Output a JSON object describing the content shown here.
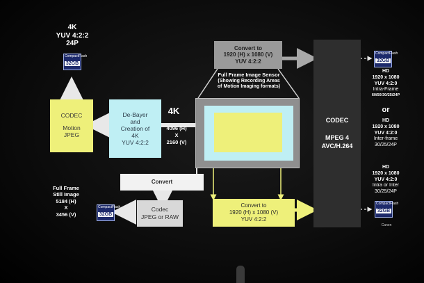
{
  "top_left_format": {
    "line1": "4K",
    "line2": "YUV  4:2:2",
    "line3": "24P"
  },
  "cards": {
    "brand": "CompactFlash",
    "size": "32GB"
  },
  "codec_motion": {
    "title": "CODEC",
    "line1": "Motion",
    "line2": "JPEG"
  },
  "debayer": {
    "line1": "De-Bayer",
    "line2": "and",
    "line3": "Creation of",
    "line4": "4K",
    "line5": "YUV  4:2:2"
  },
  "fourk": {
    "title": "4K",
    "line1": "4096 (H)",
    "line2": "X",
    "line3": "2160 (V)"
  },
  "convert_top": {
    "line1": "Convert to",
    "line2": "1920 (H) x 1080 (V)",
    "line3": "YUV  4:2:2"
  },
  "sensor_label": {
    "line1": "Full Frame Image Sensor",
    "line2": "(Showing Recording  Areas",
    "line3": "of Motion Imaging formats)"
  },
  "codec_mpeg": {
    "title": "CODEC",
    "line1": "MPEG 4",
    "line2": "AVC/H.264"
  },
  "right_hd1": {
    "l1": "HD",
    "l2": "1920 x 1080",
    "l3": "YUV  4:2:0",
    "l4": "Intra-Frame",
    "l5": "60/50/30/25/24P"
  },
  "right_or": "or",
  "right_hd2": {
    "l1": "HD",
    "l2": "1920 x 1080",
    "l3": "YUV  4:2:0",
    "l4": "Inter-frame",
    "l5": "30/25/24P"
  },
  "right_hd3": {
    "l1": "HD",
    "l2": "1920 x 1080",
    "l3": "YUV  4:2:0",
    "l4": "Intra or Inter",
    "l5": "30/25/24P"
  },
  "convert_mid": "Convert",
  "still": {
    "l1": "Full Frame",
    "l2": "Still Image",
    "l3": "5184 (H)",
    "l4": "X",
    "l5": "3456 (V)"
  },
  "codec_jpeg": {
    "line1": "Codec",
    "line2": "JPEG or RAW"
  },
  "convert_bottom": {
    "line1": "Convert to",
    "line2": "1920 (H) x 1080 (V)",
    "line3": "YUV  4:2:2"
  },
  "brand_mark": "Canon",
  "colors": {
    "yellow": "#eef07a",
    "cyan": "#bfeff4",
    "gray": "#9a9a9a",
    "codec_dark": "#2e2e2e",
    "card_blue": "#1d2a6b"
  }
}
